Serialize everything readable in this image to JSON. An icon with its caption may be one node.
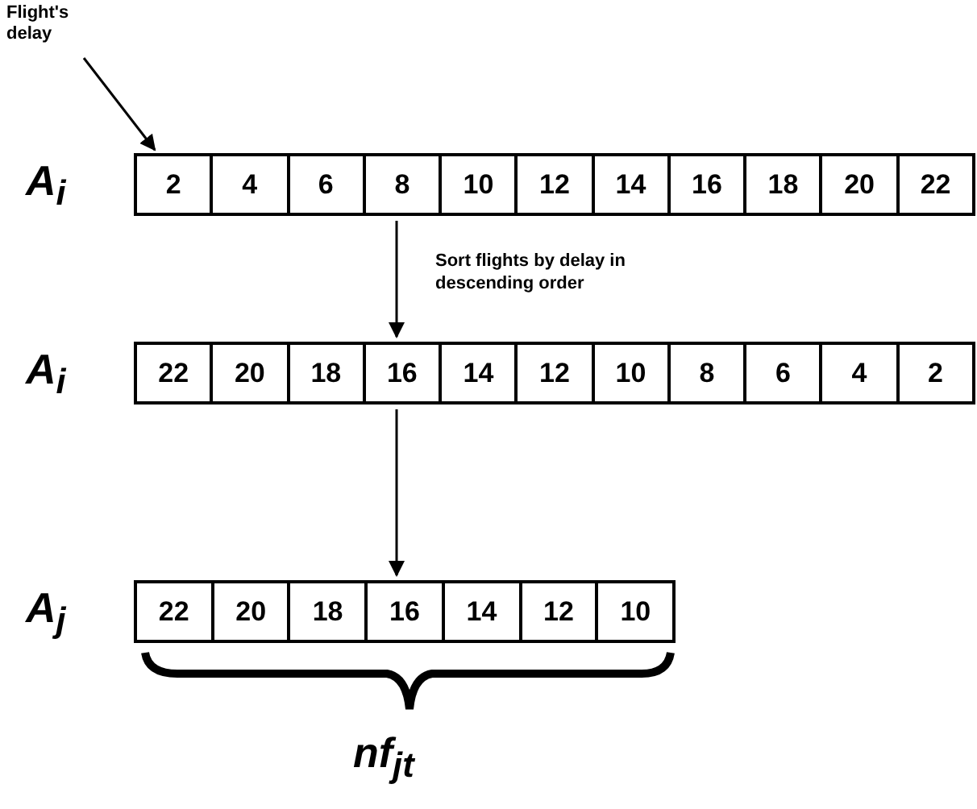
{
  "diagram": {
    "nodes": [
      {
        "text": [
          "Flight's delay"
        ]
      },
      {
        "text": [],
        "shape": "box"
      },
      {
        "text": [
          "2"
        ],
        "in": 1
      },
      {
        "text": [
          "4"
        ],
        "in": 1
      },
      {
        "text": [
          "6"
        ],
        "in": 1
      },
      {
        "text": [
          "8"
        ],
        "in": 1
      },
      {
        "text": [
          "10"
        ],
        "in": 1
      },
      {
        "text": [
          "12"
        ],
        "in": 1
      },
      {
        "text": [
          "14"
        ],
        "in": 1
      },
      {
        "text": [
          "16"
        ],
        "in": 1
      },
      {
        "text": [
          "18"
        ],
        "in": 1
      },
      {
        "text": [
          "20"
        ],
        "in": 1
      },
      {
        "text": [
          "22"
        ],
        "in": 1
      },
      {
        "text": [],
        "shape": "box"
      },
      {
        "text": [
          "22"
        ],
        "in": 13
      },
      {
        "text": [
          "20"
        ],
        "in": 13
      },
      {
        "text": [
          "18"
        ],
        "in": 13
      },
      {
        "text": [
          "16"
        ],
        "in": 13
      },
      {
        "text": [
          "14"
        ],
        "in": 13
      },
      {
        "text": [
          "12"
        ],
        "in": 13
      },
      {
        "text": [
          "10"
        ],
        "in": 13
      },
      {
        "text": [
          "8"
        ],
        "in": 13
      },
      {
        "text": [
          "6"
        ],
        "in": 13
      },
      {
        "text": [
          "4"
        ],
        "in": 13
      },
      {
        "text": [
          "2"
        ],
        "in": 13
      },
      {
        "text": [],
        "shape": "box"
      },
      {
        "text": [
          "22"
        ],
        "in": 25
      },
      {
        "text": [
          "20"
        ],
        "in": 25
      },
      {
        "text": [
          "18"
        ],
        "in": 25
      },
      {
        "text": [
          "16"
        ],
        "in": 25
      },
      {
        "text": [
          "14"
        ],
        "in": 25
      },
      {
        "text": [
          "12"
        ],
        "in": 25
      },
      {
        "text": [
          "10"
        ],
        "in": 25
      }
    ],
    "edges": [
      {
        "from": 0,
        "to": 2,
        "arrow": "to"
      },
      {
        "from": 1,
        "to": 13,
        "arrow": "to",
        "label": "Sort flights by delay in descending order"
      },
      {
        "from": 13,
        "to": 25,
        "arrow": "to"
      }
    ],
    "labels": [
      "A$_{i}$",
      "A$_{i}$",
      "A$_{j}$",
      "nf$_{jt}$"
    ]
  }
}
